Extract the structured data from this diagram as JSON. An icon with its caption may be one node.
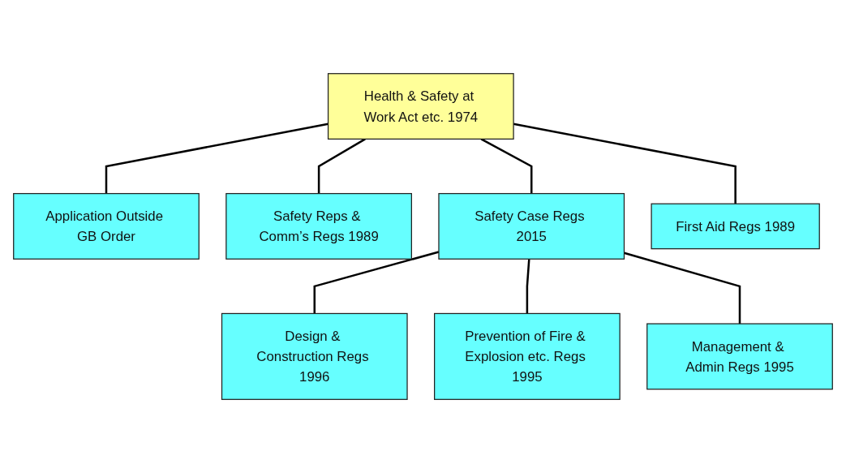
{
  "diagram": {
    "nodes": [
      {
        "text": [
          "Health & Safety at Work Act etc. 1974"
        ]
      },
      {
        "text": [
          "Application Outside GB Order"
        ]
      },
      {
        "text": [
          "Safety Reps & Comm’s Regs 1989"
        ]
      },
      {
        "text": [
          "Safety Case Regs 2015"
        ]
      },
      {
        "text": [
          "First Aid Regs 1989"
        ]
      },
      {
        "text": [
          "Design & Construction Regs 1996"
        ]
      },
      {
        "text": [
          "Prevention of Fire & Explosion etc. Regs 1995"
        ]
      },
      {
        "text": [
          "Management & Admin Regs 1995"
        ]
      }
    ],
    "edges": [
      {
        "from": 0,
        "to": 1,
        "arrow": "none"
      },
      {
        "from": 0,
        "to": 2,
        "arrow": "none"
      },
      {
        "from": 0,
        "to": 3,
        "arrow": "none"
      },
      {
        "from": 0,
        "to": 4,
        "arrow": "none"
      },
      {
        "from": 3,
        "to": 5,
        "arrow": "none"
      },
      {
        "from": 3,
        "to": 6,
        "arrow": "none"
      },
      {
        "from": 3,
        "to": 7,
        "arrow": "none"
      }
    ]
  }
}
